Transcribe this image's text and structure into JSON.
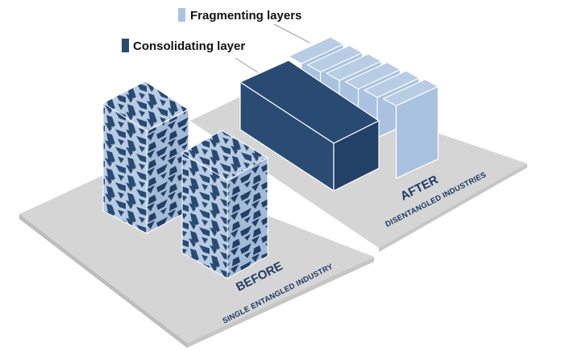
{
  "legend": {
    "fragmenting": {
      "label": "Fragmenting layers",
      "color": "#a9c2df"
    },
    "consolidating": {
      "label": "Consolidating layer",
      "color": "#294a73"
    }
  },
  "before": {
    "title": "BEFORE",
    "subtitle": "SINGLE ENTANGLED INDUSTRY"
  },
  "after": {
    "title": "AFTER",
    "subtitle": "DISENTANGLED INDUSTRIES"
  },
  "colors": {
    "platform": "#d5d5d5",
    "platform_edge": "#bdbdbd",
    "light_block": "#a9c2df",
    "dark_block": "#294a73",
    "pattern_dark": "#294a73",
    "pattern_light": "#b7cbe2"
  },
  "diagram": {
    "fragmenting_layer_count": 6
  }
}
